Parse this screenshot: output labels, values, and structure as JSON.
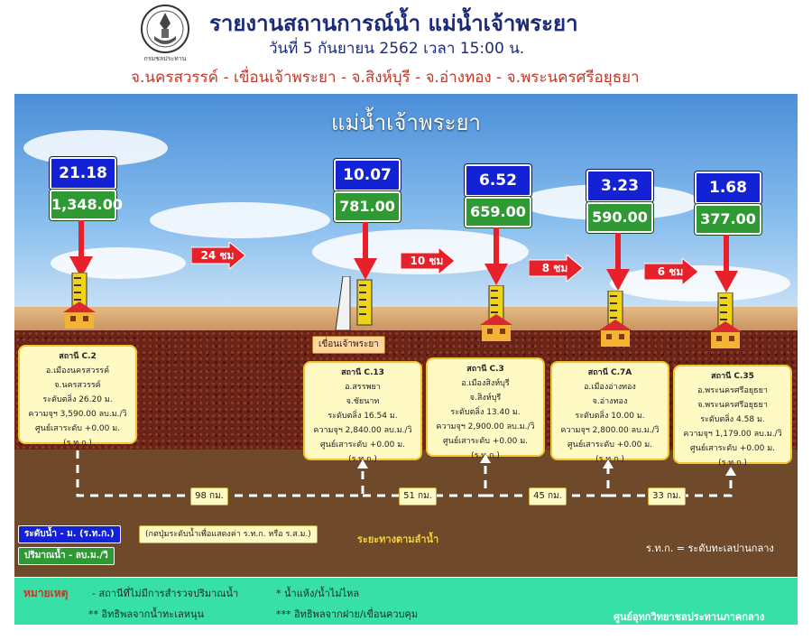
{
  "header": {
    "title": "รายงานสถานการณ์น้ำ แม่น้ำเจ้าพระยา",
    "date": "วันที่ 5 กันยายน 2562 เวลา 15:00 น.",
    "provinces": "จ.นครสวรรค์ - เขื่อนเจ้าพระยา - จ.สิงห์บุรี - จ.อ่างทอง - จ.พระนครศรีอยุธยา",
    "logo_caption": "กรมชลประทาน"
  },
  "river_title": "แม่น้ำเจ้าพระยา",
  "stations": [
    {
      "level": "21.18",
      "flow": "1,348.00",
      "title": "สถานี C.2",
      "line1": "อ.เมืองนครสวรรค์",
      "line2": "จ.นครสวรรค์",
      "line3": "ระดับตลิ่ง 26.20 ม.",
      "line4": "ความจุฯ 3,590.00 ลบ.ม./วิ",
      "line5": "ศูนย์เสาระดับ +0.00 ม.(ร.ท.ก.)"
    },
    {
      "level": "10.07",
      "flow": "781.00",
      "title": "สถานี C.13",
      "line1": "อ.สรรพยา",
      "line2": "จ.ชัยนาท",
      "line3": "ระดับตลิ่ง 16.54 ม.",
      "line4": "ความจุฯ 2,840.00 ลบ.ม./วิ",
      "line5": "ศูนย์เสาระดับ +0.00 ม.(ร.ท.ก.)"
    },
    {
      "level": "6.52",
      "flow": "659.00",
      "title": "สถานี C.3",
      "line1": "อ.เมืองสิงห์บุรี",
      "line2": "จ.สิงห์บุรี",
      "line3": "ระดับตลิ่ง 13.40 ม.",
      "line4": "ความจุฯ 2,900.00 ลบ.ม./วิ",
      "line5": "ศูนย์เสาระดับ +0.00 ม.(ร.ท.ก.)"
    },
    {
      "level": "3.23",
      "flow": "590.00",
      "title": "สถานี C.7A",
      "line1": "อ.เมืองอ่างทอง",
      "line2": "จ.อ่างทอง",
      "line3": "ระดับตลิ่ง 10.00 ม.",
      "line4": "ความจุฯ 2,800.00 ลบ.ม./วิ",
      "line5": "ศูนย์เสาระดับ +0.00 ม.(ร.ท.ก.)"
    },
    {
      "level": "1.68",
      "flow": "377.00",
      "title": "สถานี C.35",
      "line1": "อ.พระนครศรีอยุธยา",
      "line2": "จ.พระนครศรีอยุธยา",
      "line3": "ระดับตลิ่ง 4.58 ม.",
      "line4": "ความจุฯ 1,179.00 ลบ.ม./วิ",
      "line5": "ศูนย์เสาระดับ +0.00 ม.(ร.ท.ก.)"
    }
  ],
  "travel_times": [
    "24 ชม",
    "10 ชม",
    "8 ชม",
    "6 ชม"
  ],
  "dam_label": "เขื่อนเจ้าพระยา",
  "distances": [
    "98 กม.",
    "51 กม.",
    "45 กม.",
    "33 กม."
  ],
  "legend": {
    "level_label": "ระดับน้ำ - ม. (ร.ท.ก.)",
    "flow_label": "ปริมาณน้ำ - ลบ.ม./วิ",
    "note": "(กดปุ่มระดับน้ำเพื่อแสดงค่า ร.ท.ก. หรือ ร.ส.ม.)",
    "distance_label": "ระยะทางตามลำน้ำ",
    "msl_note": "ร.ท.ก. = ระดับทะเลปานกลาง"
  },
  "footer": {
    "remark_label": "หมายเหตุ",
    "note1": "-  สถานีที่ไม่มีการสำรวจปริมาณน้ำ",
    "note2": "*   น้ำแห้ง/น้ำไม่ไหล",
    "note3": "** อิทธิพลจากน้ำทะเลหนุน",
    "note4": "*** อิทธิพลจากฝาย/เขื่อนควบคุม",
    "center": "ศูนย์อุทกวิทยาชลประทานภาคกลาง"
  },
  "colors": {
    "level_box": "#1422d6",
    "flow_box": "#2f9a33",
    "arrow": "#e8202a",
    "footer": "#37e0a6",
    "title": "#1b2a7a",
    "provinces": "#c0392b"
  }
}
